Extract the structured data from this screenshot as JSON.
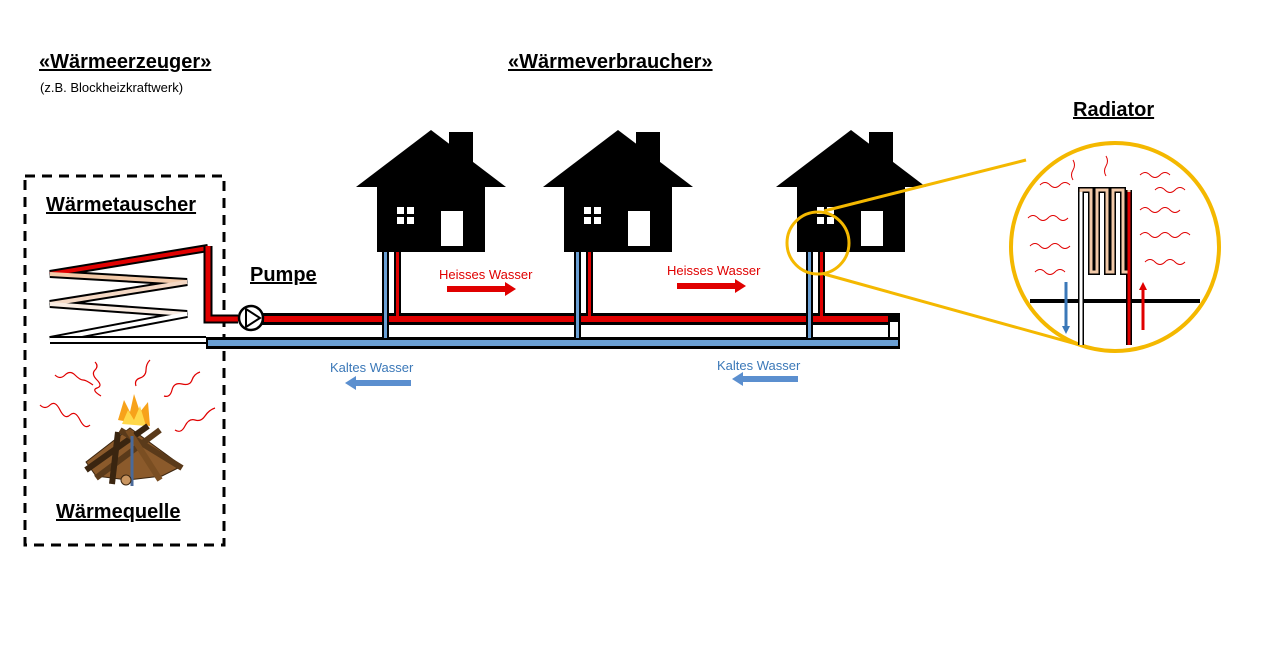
{
  "titles": {
    "producer": "«Wärmeerzeuger»",
    "producer_example": "(z.B. Blockheizkraftwerk)",
    "consumer": "«Wärmeverbraucher»",
    "radiator": "Radiator",
    "heat_exchanger": "Wärmetauscher",
    "pump": "Pumpe",
    "heat_source": "Wärmequelle"
  },
  "flow_labels": {
    "hot_1": "Heisses Wasser",
    "hot_2": "Heisses Wasser",
    "cold_1": "Kaltes Wasser",
    "cold_2": "Kaltes Wasser"
  },
  "colors": {
    "hot_pipe": "#e00000",
    "cold_pipe": "#6a9fd4",
    "arrow_cold": "#5b8fcf",
    "highlight": "#f4b800",
    "house": "#000000",
    "warm_pipe": "#f2c9a8"
  },
  "icons": [
    "house-icon",
    "pump-icon",
    "fire-icon",
    "heat-wave-icon",
    "radiator-icon"
  ]
}
